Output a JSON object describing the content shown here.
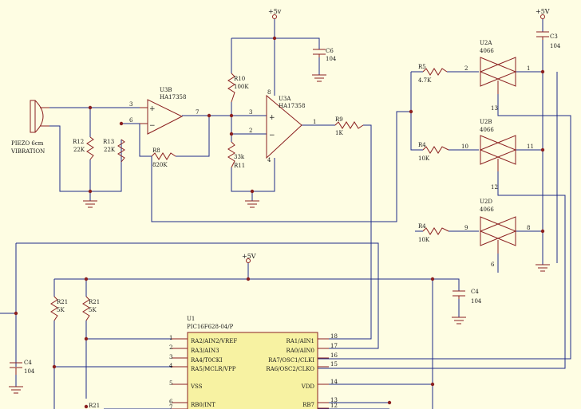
{
  "power": {
    "vcc": "+5v",
    "vcc_alt": "+5V",
    "vcc_chip": "+5V"
  },
  "piezo": {
    "line1": "PIEZO 6cm",
    "line2": "VIBRATION"
  },
  "r12": {
    "ref": "R12",
    "val": "22K"
  },
  "r13": {
    "ref": "R13",
    "val": "22K"
  },
  "r8": {
    "ref": "R8",
    "val": "820K"
  },
  "u3b": {
    "ref": "U3B",
    "part": "HA17358"
  },
  "u3a": {
    "ref": "U3A",
    "part": "HA17358"
  },
  "r10": {
    "ref": "R10",
    "val": "100K"
  },
  "r11": {
    "ref": "R11",
    "val": "33k"
  },
  "r9": {
    "ref": "R9",
    "val": "1K"
  },
  "c6": {
    "ref": "C6",
    "val": "104"
  },
  "c3": {
    "ref": "C3",
    "val": "104"
  },
  "c4a": {
    "ref": "C4",
    "val": "104"
  },
  "c4b": {
    "ref": "C4",
    "val": "104"
  },
  "r5": {
    "ref": "R5",
    "val": "4.7K"
  },
  "r4a": {
    "ref": "R4",
    "val": "10K"
  },
  "r4b": {
    "ref": "R4",
    "val": "10K"
  },
  "r21a": {
    "ref": "R21",
    "val": "5K"
  },
  "r21b": {
    "ref": "R21",
    "val": "5K"
  },
  "r21c": {
    "ref": "R21"
  },
  "u2a": {
    "ref": "U2A",
    "part": "4066"
  },
  "u2b": {
    "ref": "U2B",
    "part": "4066"
  },
  "u2d": {
    "ref": "U2D",
    "part": "4066"
  },
  "u1": {
    "ref": "U1",
    "part": "PIC16F628-04/P"
  },
  "pins": {
    "u3b_in_p": "3",
    "u3b_in_n": "6",
    "u3b_out": "7",
    "u3a_in_p": "3",
    "u3a_in_n": "2",
    "u3a_out": "1",
    "u3a_v": "8",
    "u3a_g": "4",
    "u2a_a": "2",
    "u2a_b": "1",
    "u2a_c": "13",
    "u2b_a": "10",
    "u2b_b": "11",
    "u2b_c": "12",
    "u2d_a": "9",
    "u2d_b": "8",
    "u2d_c": "6"
  },
  "u1_left_pins": [
    {
      "num": "1",
      "label": "RA2/AIN2/VREF"
    },
    {
      "num": "2",
      "label": "RA3/AIN3"
    },
    {
      "num": "3",
      "label": "RA4/T0CKI"
    },
    {
      "num": "4",
      "label": "RA5/MCLR/VPP"
    },
    {
      "num": "5",
      "label": "VSS"
    },
    {
      "num": "6",
      "label": "RB0/INT"
    },
    {
      "num": "7",
      "label": ""
    }
  ],
  "u1_right_pins": [
    {
      "num": "18",
      "label": "RA1/AIN1"
    },
    {
      "num": "17",
      "label": "RA0/AIN0"
    },
    {
      "num": "16",
      "label": "RA7/OSC1/CLKI"
    },
    {
      "num": "15",
      "label": "RA6/OSC2/CLKO"
    },
    {
      "num": "14",
      "label": "VDD"
    },
    {
      "num": "13",
      "label": "RB7"
    },
    {
      "num": "12",
      "label": ""
    }
  ]
}
